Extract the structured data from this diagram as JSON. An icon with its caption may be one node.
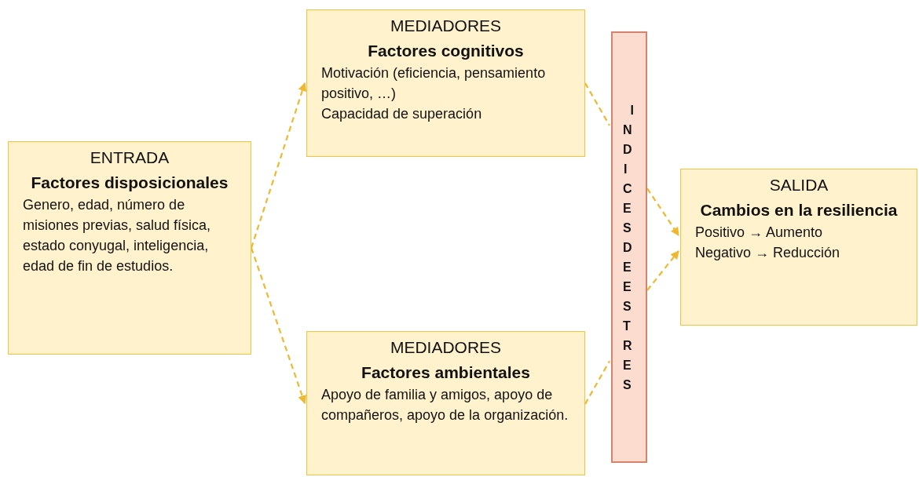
{
  "diagram": {
    "nodes": [
      {
        "text": [
          "ENTRADA",
          "Factores disposicionales",
          "Genero, edad, número de misiones previas, salud física, estado conyugal, inteligencia, edad de fin de estudios."
        ]
      },
      {
        "text": [
          "MEDIADORES",
          "Factores cognitivos",
          "Motivación (eficiencia, pensamiento positivo, …)",
          "Capacidad de superación"
        ]
      },
      {
        "text": [
          "MEDIADORES",
          "Factores ambientales",
          "Apoyo de familia y amigos, apoyo de compañeros, apoyo de la organización."
        ]
      },
      {
        "text": [
          "INDICES DE ESTRES"
        ]
      },
      {
        "text": [
          "SALIDA",
          "Cambios en la resiliencia",
          "Positivo → Aumento",
          "Negativo → Reducción"
        ]
      }
    ],
    "edges": [
      {
        "from": 0,
        "to": 1,
        "arrow": "to",
        "style": "dashed"
      },
      {
        "from": 0,
        "to": 2,
        "arrow": "to",
        "style": "dashed"
      },
      {
        "from": 1,
        "to": 3,
        "arrow": "none",
        "style": "dashed"
      },
      {
        "from": 3,
        "to": 4,
        "arrow": "to",
        "style": "dashed"
      },
      {
        "from": 2,
        "to": 3,
        "arrow": "none",
        "style": "dashed"
      },
      {
        "from": 3,
        "to": 4,
        "arrow": "to",
        "style": "dashed"
      }
    ]
  }
}
